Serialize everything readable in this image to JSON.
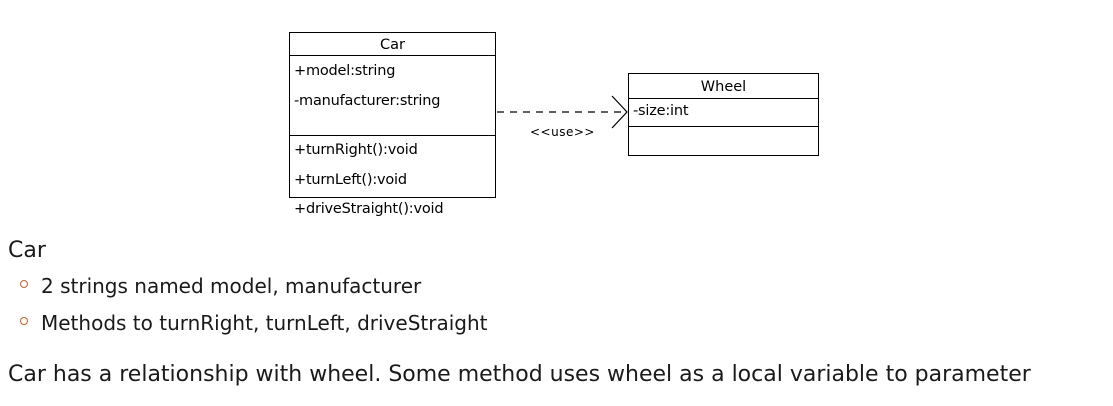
{
  "diagram": {
    "car_class": {
      "name": "Car",
      "attributes": [
        "+model:string",
        "-manufacturer:string"
      ],
      "methods": [
        "+turnRight():void",
        "+turnLeft():void",
        "+driveStraight():void"
      ]
    },
    "wheel_class": {
      "name": "Wheel",
      "attributes": [
        "-size:int"
      ],
      "methods": []
    },
    "relationship": {
      "stereotype": "<<use>>"
    }
  },
  "text": {
    "subject": "Car",
    "bullets": [
      "2 strings named model, manufacturer",
      "Methods to turnRight, turnLeft, driveStraight"
    ],
    "relationship_description": "Car has a relationship with wheel. Some method uses wheel as a local variable to parameter"
  },
  "colors": {
    "bullet_accent": "#e05a1a"
  }
}
